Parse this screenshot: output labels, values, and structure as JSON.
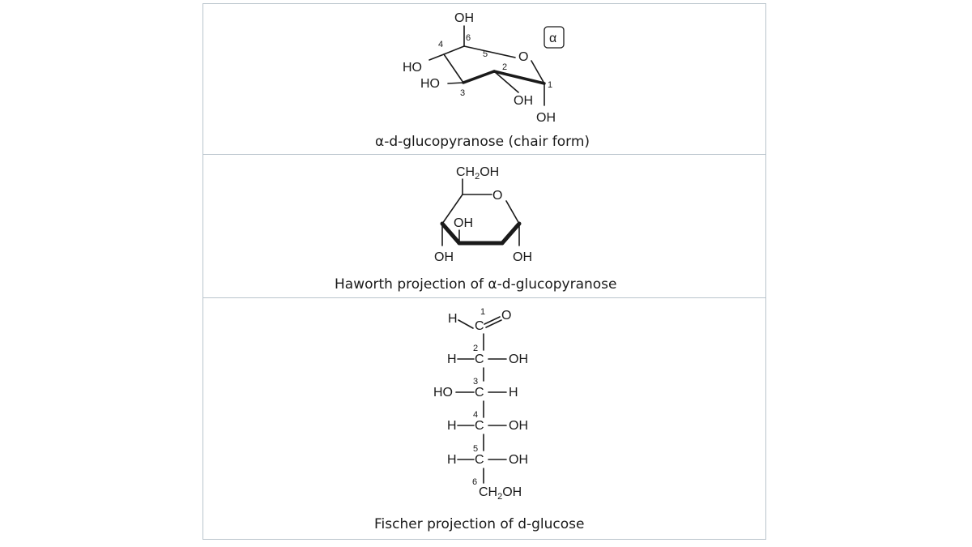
{
  "chair": {
    "caption": "α-d-glucopyranose (chair form)",
    "anomer_badge": "α",
    "atoms": {
      "oh6": "OH",
      "ho4": "HO",
      "ho3": "HO",
      "oh2": "OH",
      "oh1": "OH",
      "ring_o": "O"
    },
    "carbon_numbers": {
      "c1": "1",
      "c2": "2",
      "c3": "3",
      "c4": "4",
      "c5": "5",
      "c6": "6"
    }
  },
  "haworth": {
    "caption": "Haworth projection of α-d-glucopyranose",
    "atoms": {
      "ch2oh_a": "CH",
      "ch2oh_sub": "2",
      "ch2oh_b": "OH",
      "ring_o": "O",
      "oh_inner": "OH",
      "oh_left": "OH",
      "oh_right": "OH"
    }
  },
  "fischer": {
    "caption": "Fischer projection of d-glucose",
    "rows": [
      {
        "left": "H",
        "num": "1",
        "center": "C",
        "right": "O"
      },
      {
        "left": "H",
        "num": "2",
        "center": "C",
        "right": "OH"
      },
      {
        "left": "HO",
        "num": "3",
        "center": "C",
        "right": "H"
      },
      {
        "left": "H",
        "num": "4",
        "center": "C",
        "right": "OH"
      },
      {
        "left": "H",
        "num": "5",
        "center": "C",
        "right": "OH"
      }
    ],
    "bottom": {
      "num": "6",
      "a": "CH",
      "sub": "2",
      "b": "OH"
    }
  }
}
